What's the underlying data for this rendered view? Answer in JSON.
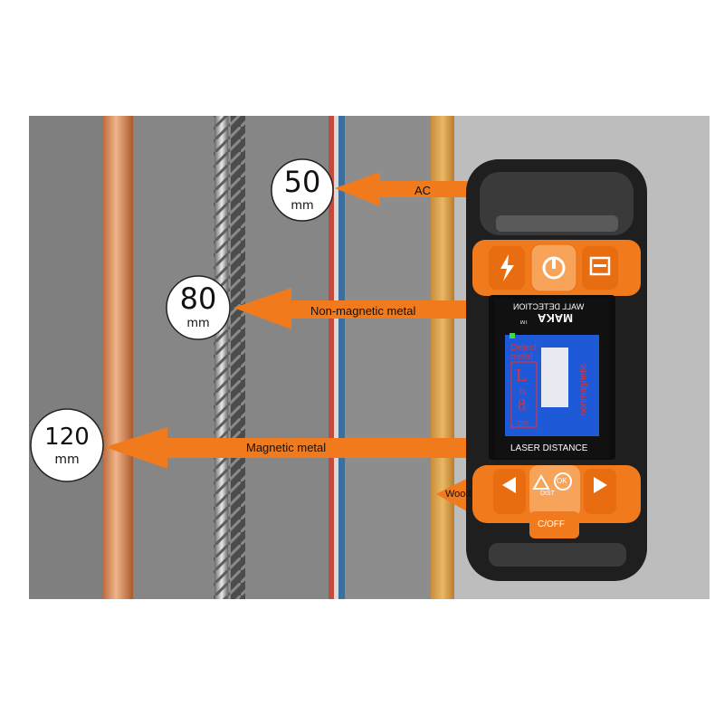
{
  "callouts": [
    {
      "value": "50",
      "unit": "mm",
      "label": "AC"
    },
    {
      "value": "80",
      "unit": "mm",
      "label": "Non-magnetic metal"
    },
    {
      "value": "120",
      "unit": "mm",
      "label": "Magnetic metal"
    },
    {
      "label": "Wood"
    }
  ],
  "device": {
    "header": "WALL DETECTION",
    "brand": "MAKA",
    "tm": "TM",
    "detect": "Detect metal",
    "letter": "L",
    "is": "is",
    "number": "8",
    "cm": "cm",
    "side": "nonmagnetic",
    "footer": "LASER DISTANCE",
    "dist": "DIST",
    "ok": "OK",
    "onoff": "C/OFF"
  },
  "colors": {
    "orange": "#f07a1c",
    "copper": "#d9874d",
    "wood": "#d9a24e",
    "body": "#2b2b2b",
    "screen": "#1e5ad8"
  }
}
